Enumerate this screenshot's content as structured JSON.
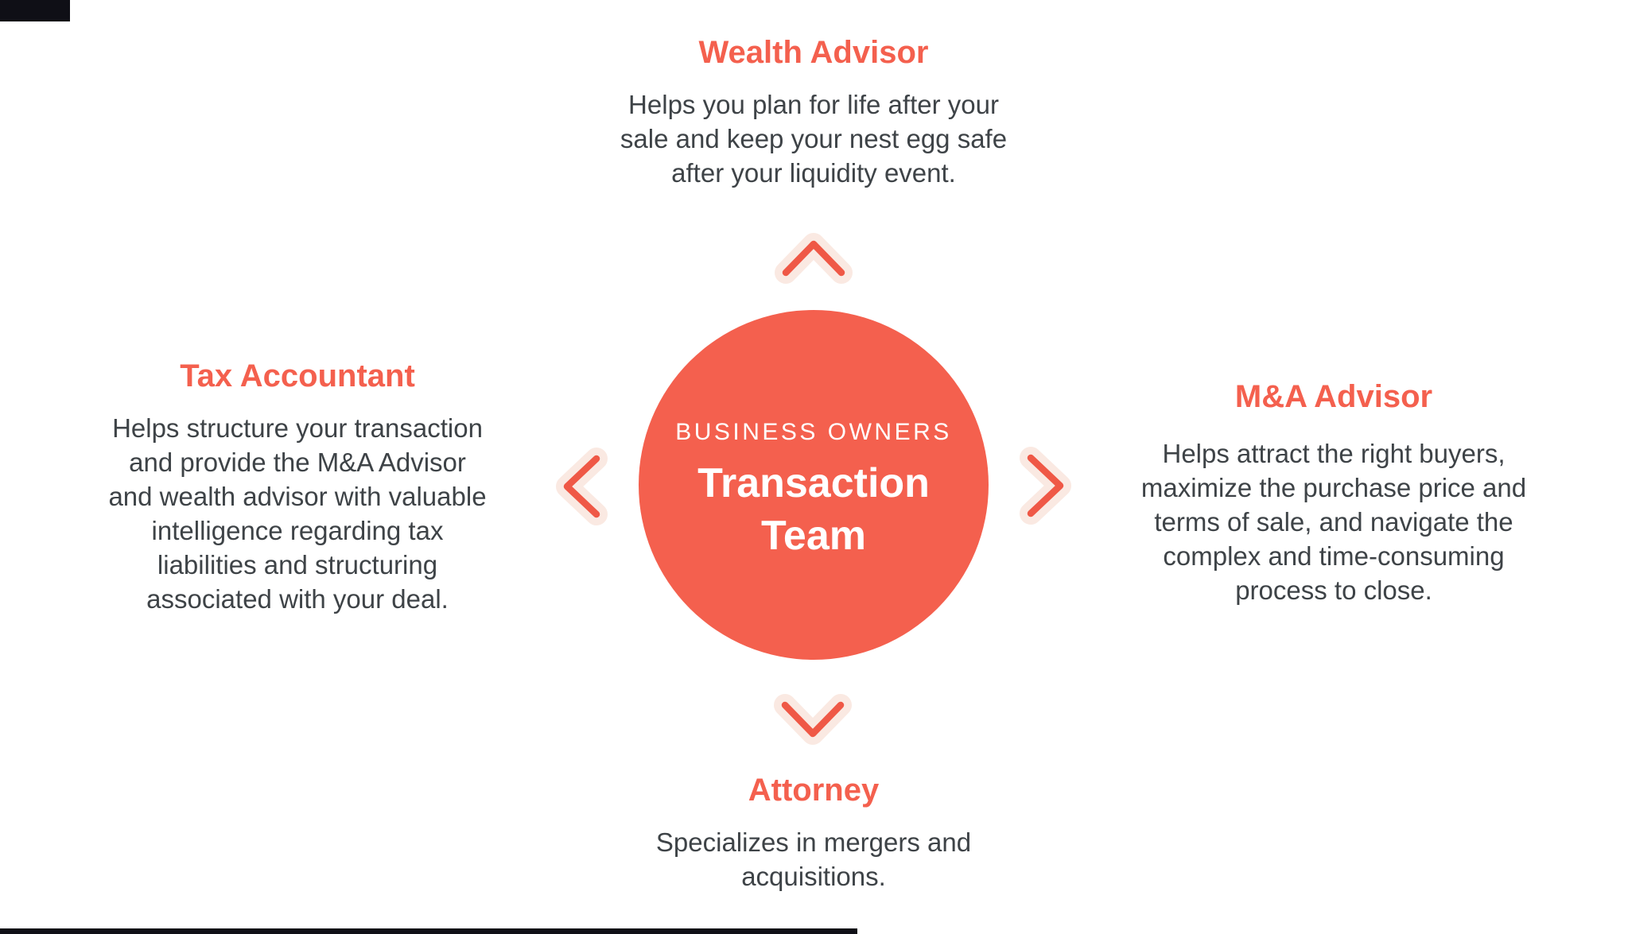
{
  "palette": {
    "coral": "#F4604E",
    "chevron_red": "#EF5846",
    "chevron_halo": "#FAE9E2",
    "body_text": "#3E4347",
    "background": "#FFFFFF",
    "center_text": "#FFFFFF"
  },
  "center": {
    "eyebrow": "BUSINESS OWNERS",
    "title_line1": "Transaction",
    "title_line2": "Team"
  },
  "sections": {
    "top": {
      "heading": "Wealth Advisor",
      "lines": [
        "Helps you plan for life after your",
        "sale and keep your nest egg safe",
        "after your liquidity event."
      ]
    },
    "left": {
      "heading": "Tax Accountant",
      "lines": [
        "Helps structure your transaction",
        "and provide the M&A Advisor",
        "and wealth advisor with valuable",
        "intelligence regarding tax",
        "liabilities and structuring",
        "associated with your deal."
      ]
    },
    "right": {
      "heading": "M&A Advisor",
      "lines": [
        "Helps attract the right buyers,",
        "maximize the purchase price and",
        "terms of sale, and navigate the",
        "complex and time-consuming",
        "process to close."
      ]
    },
    "bottom": {
      "heading": "Attorney",
      "lines": [
        "Specializes in mergers and",
        "acquisitions."
      ]
    }
  },
  "icons": {
    "up": "chevron-up",
    "down": "chevron-down",
    "left": "chevron-left",
    "right": "chevron-right"
  }
}
